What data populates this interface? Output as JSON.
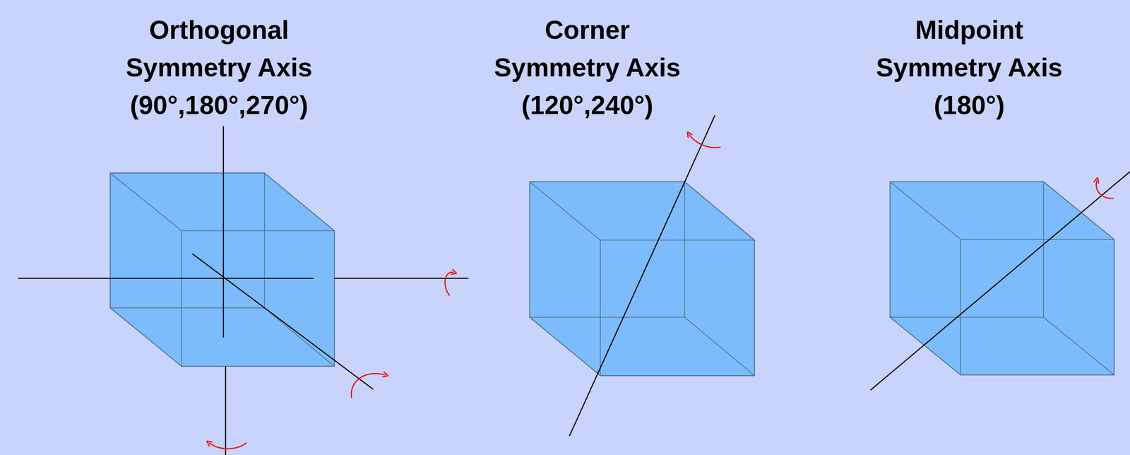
{
  "diagram": {
    "labels": [
      "Orthogonal Symmetry Axis (90°,180°,270°)",
      "Corner Symmetry Axis (120°,240°)",
      "Midpoint Symmetry Axis (180°)"
    ]
  }
}
